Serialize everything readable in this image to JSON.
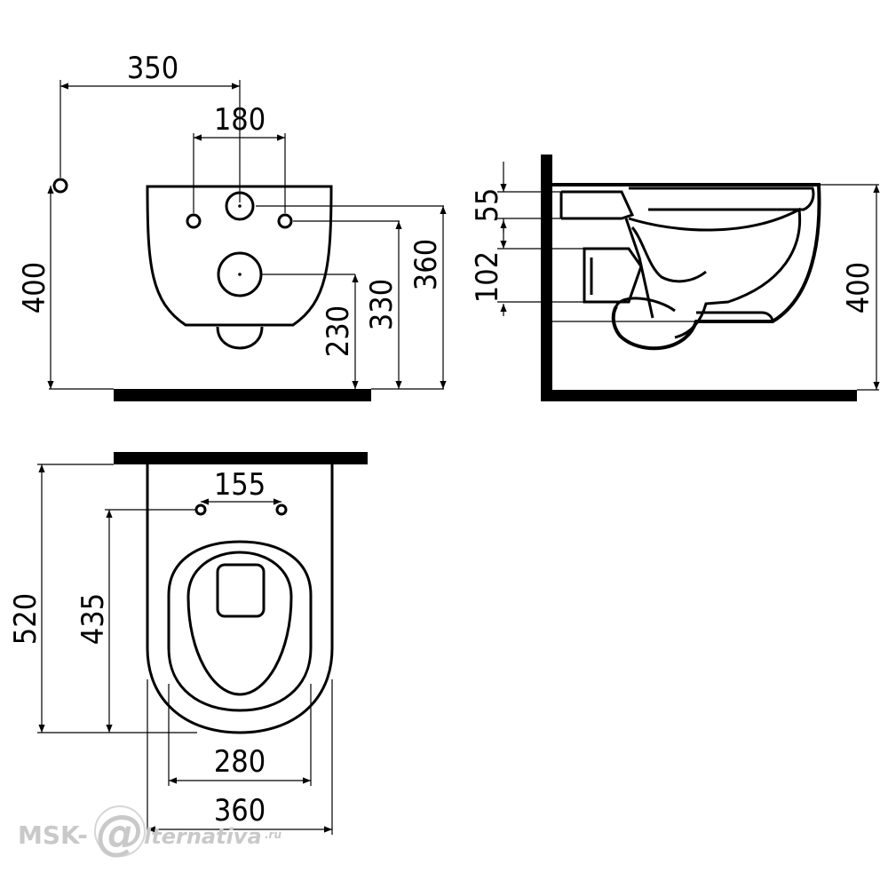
{
  "front_view": {
    "dim_width": "350",
    "dim_holes": "180",
    "dim_height": "400",
    "dim_outlet": "230",
    "dim_inlet": "330",
    "dim_bolts": "360"
  },
  "side_view": {
    "dim_top": "55",
    "dim_mid": "102",
    "dim_height": "400"
  },
  "top_view": {
    "dim_bolt_spacing": "155",
    "dim_length": "520",
    "dim_bolt_depth": "435",
    "dim_seat_width": "280",
    "dim_total_width": "360"
  },
  "watermark": {
    "prefix": "MSK-",
    "at": "@",
    "suffix": "lternativa",
    "tld": ".ru"
  }
}
